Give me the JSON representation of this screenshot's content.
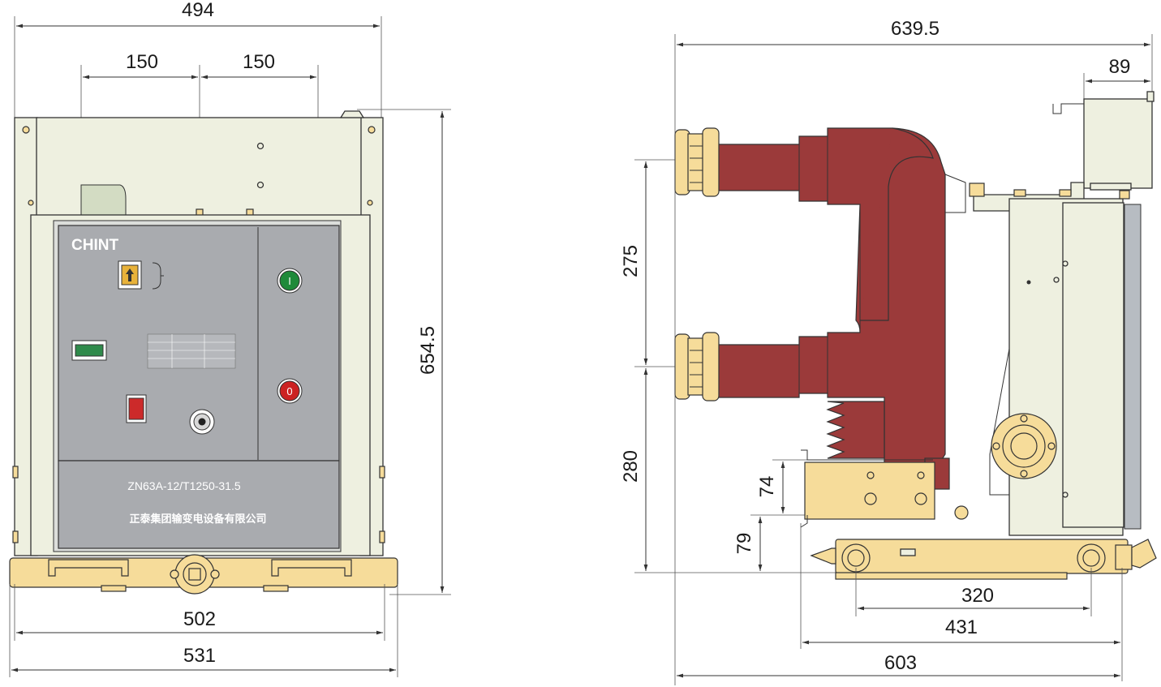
{
  "front_view": {
    "brand": "CHINT",
    "model": "ZN63A-12/T1250-31.5",
    "company": "正泰集团输变电设备有限公司",
    "button_on_label": "I",
    "button_off_label": "0",
    "dims": {
      "top_width": "494",
      "left_spacing": "150",
      "right_spacing": "150",
      "height": "654.5",
      "base_width": "502",
      "total_width": "531"
    }
  },
  "side_view": {
    "dims": {
      "total_width": "639.5",
      "frame_width": "89",
      "upper_span": "275",
      "lower_span": "280",
      "bracket_height": "74",
      "base_height": "79",
      "wheel_span": "320",
      "chassis_span": "431",
      "base_length": "603"
    }
  },
  "colors": {
    "body": "#eef0e0",
    "panel": "#a9abaf",
    "brass": "#f6dc9a",
    "insulator": "#9b3a3a",
    "button_green": "#1f8a3a",
    "button_red": "#cc2222"
  }
}
